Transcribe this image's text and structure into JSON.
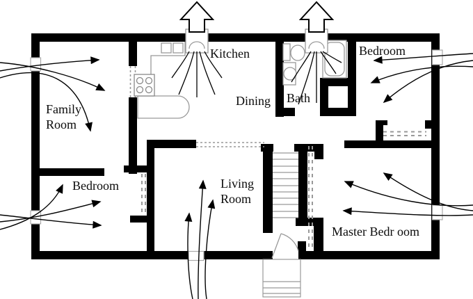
{
  "diagram": {
    "title": "house floor plan with airflow arrows",
    "rooms": {
      "family_room_line1": "Family",
      "family_room_line2": "Room",
      "kitchen": "Kitchen",
      "dining": "Dining",
      "bath": "Bath",
      "bedroom_top_right": "Bedroom",
      "bedroom_bottom_left": "Bedroom",
      "living_room_line1": "Living",
      "living_room_line2": "Room",
      "master_bedroom": "Master Bedr oom"
    },
    "icons": {
      "exhaust_fan_kitchen": "up-arrow-fan",
      "exhaust_fan_bath": "up-arrow-fan"
    },
    "colors": {
      "wall": "#000000",
      "fixture_outline": "#999999",
      "window_frame": "#aaaaaa",
      "closet_dash": "#999999",
      "arrow": "#000000",
      "background": "#ffffff"
    }
  }
}
